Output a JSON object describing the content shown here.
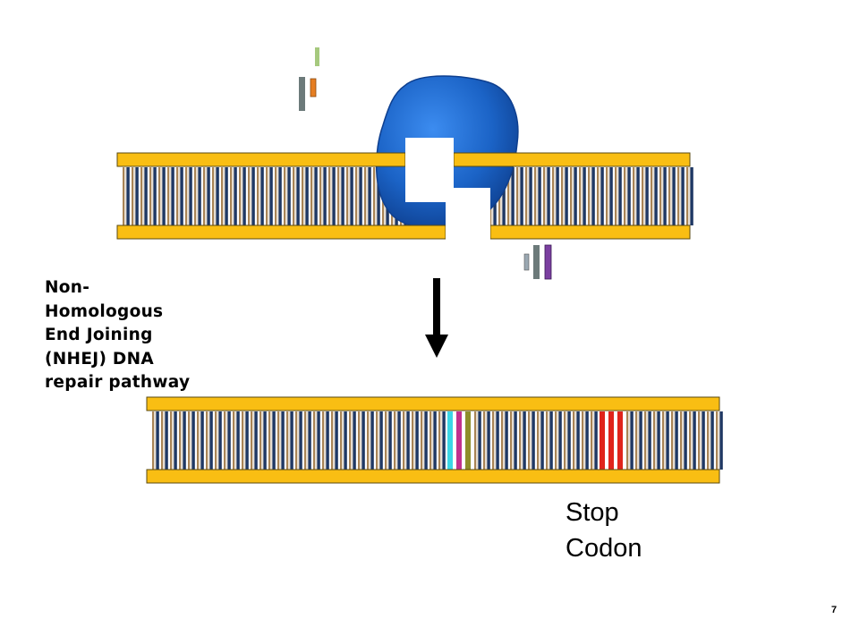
{
  "slide": {
    "nhej_label": "Non-\nHomologous\nEnd Joining\n(NHEJ) DNA\nrepair pathway",
    "stop_codon_label": "Stop\nCodon",
    "page_number": "7"
  },
  "colors": {
    "backbone": "#F9BE13",
    "backbone_edge": "#5A4A10",
    "rung_dark": "#1F3864",
    "rung_light": "#E8DFD3",
    "rung_tan": "#A98455",
    "nuclease": "#1B63C6",
    "nuclease_dark": "#0E3F8F",
    "inserted_bases": [
      "#3CD6E6",
      "#C2308E",
      "#8E8E2A"
    ],
    "stop_codon_bases": "#E0241B",
    "arrow": "#000000",
    "fragment_colors": [
      "#A6C97E",
      "#E67E22",
      "#6C7A7A",
      "#9AA8B2",
      "#6C7A7A",
      "#7B3FA0"
    ]
  },
  "icons": {
    "nuclease": "nuclease-blob-icon",
    "arrow": "down-arrow-icon"
  }
}
